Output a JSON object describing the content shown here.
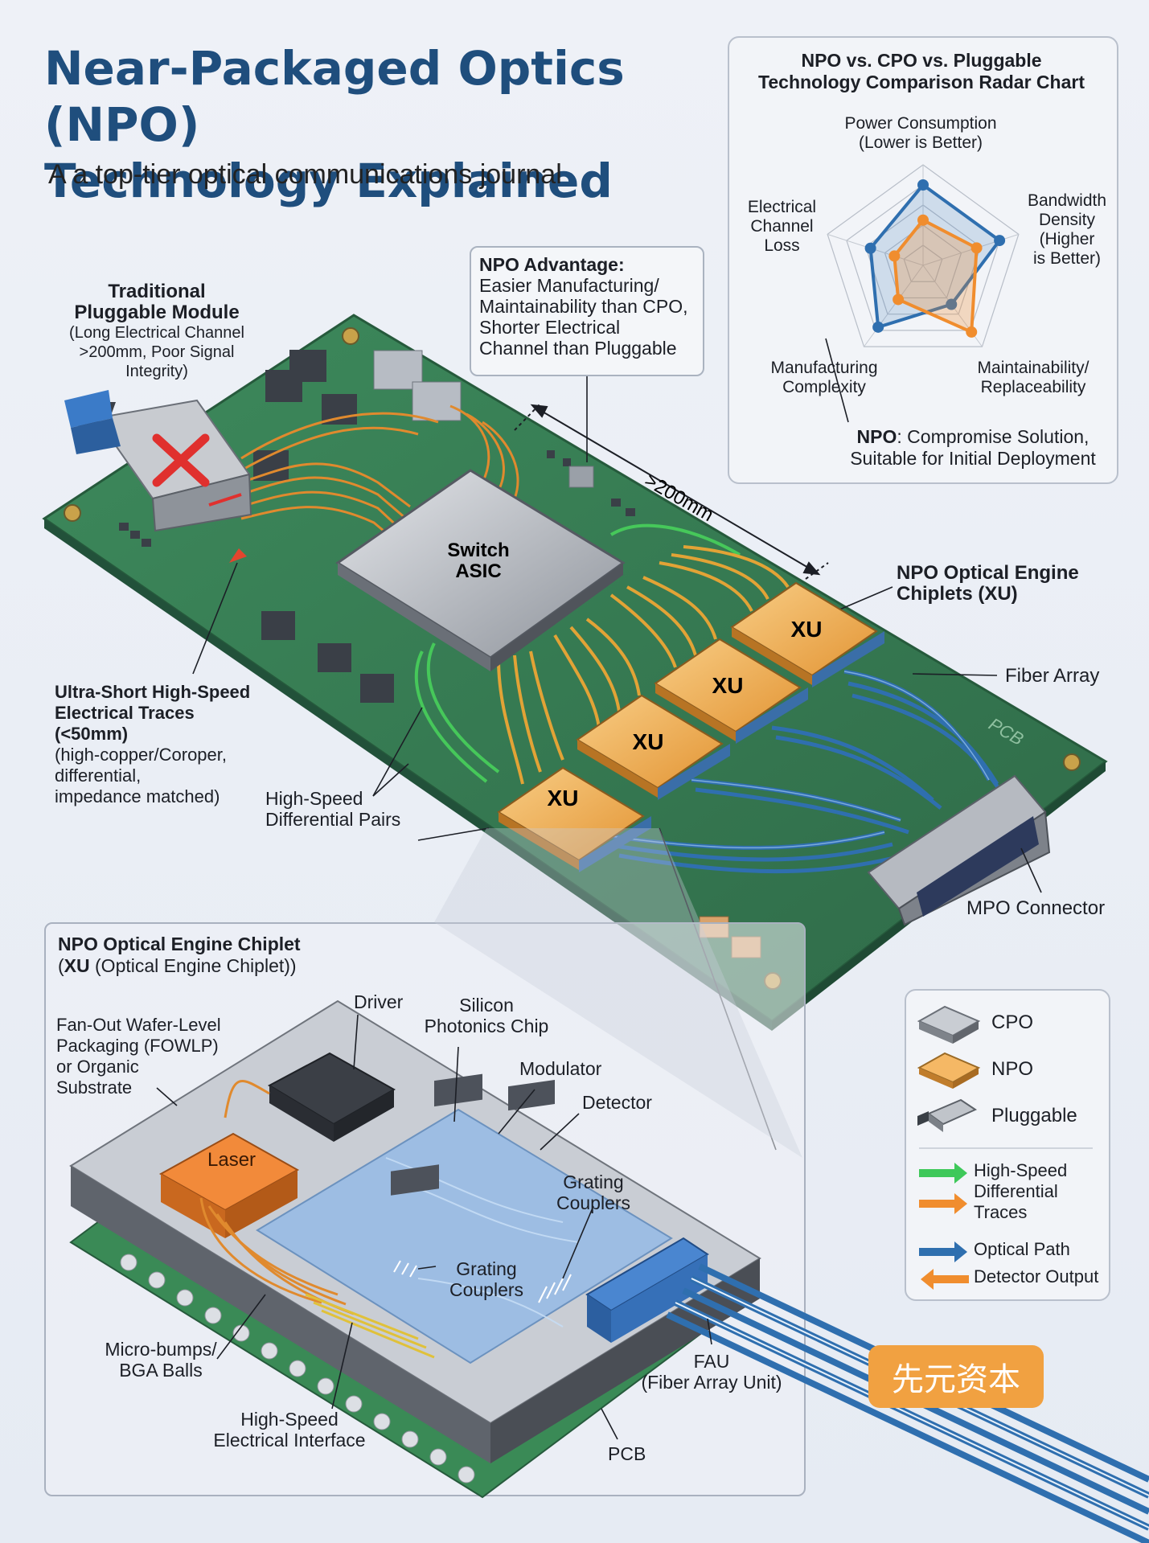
{
  "title": {
    "line1": "Near-Packaged Optics (NPO)",
    "line2": "Technology Explained"
  },
  "subtitle": "A a top-tier optical communications journal",
  "radar": {
    "title_line1": "NPO vs. CPO vs. Pluggable",
    "title_line2": "Technology Comparison Radar Chart",
    "axes": {
      "power": [
        "Power Consumption",
        "(Lower is Better)"
      ],
      "bandwidth": [
        "Bandwidth",
        "Density",
        "(Higher",
        "is Better)"
      ],
      "maintain": [
        "Maintainability/",
        "Replaceability"
      ],
      "manufacturing": [
        "Manufacturing",
        "Complexity"
      ],
      "channel": [
        "Electrical",
        "Channel",
        "Loss"
      ]
    },
    "note_bold": "NPO",
    "note_rest": ": Compromise Solution,",
    "note_line2": "Suitable for Initial Deployment"
  },
  "chart_data": {
    "type": "radar",
    "title": "NPO vs. CPO vs. Pluggable Technology Comparison Radar Chart",
    "axes": [
      "Power Consumption (Lower is Better)",
      "Bandwidth Density (Higher is Better)",
      "Maintainability/ Replaceability",
      "Manufacturing Complexity",
      "Electrical Channel Loss"
    ],
    "range": [
      0,
      1
    ],
    "series": [
      {
        "name": "CPO",
        "color": "#2f6faf",
        "values": [
          0.8,
          0.8,
          0.48,
          0.76,
          0.55
        ]
      },
      {
        "name": "NPO",
        "color": "#f08d2e",
        "values": [
          0.45,
          0.56,
          0.82,
          0.42,
          0.3
        ]
      }
    ]
  },
  "advantage": {
    "heading": "NPO Advantage:",
    "lines": [
      "Easier Manufacturing/",
      "Maintainability than CPO,",
      "Shorter Electrical",
      "Channel than Pluggable"
    ]
  },
  "board": {
    "pluggable": {
      "bold": [
        "Traditional",
        "Pluggable Module"
      ],
      "lines": [
        "(Long Electrical Channel",
        ">200mm, Poor Signal",
        "Integrity)"
      ]
    },
    "asic": [
      "Switch",
      "ASIC"
    ],
    "dimension": ">200mm",
    "engines_label": [
      "NPO Optical Engine",
      "Chiplets (XU)"
    ],
    "xu_label": "XU",
    "fiber_array": "Fiber Array",
    "pcb": "PCB",
    "mpo": "MPO Connector",
    "traces": {
      "bold": [
        "Ultra-Short High-Speed",
        "Electrical Traces",
        "(<50mm)"
      ],
      "lines": [
        "(high-copper/Coroper,",
        "differential,",
        "impedance matched)"
      ]
    },
    "diff_pairs": [
      "High-Speed",
      "Differential Pairs"
    ]
  },
  "inset": {
    "title_line1": "NPO Optical Engine Chiplet",
    "title_bold": "XU",
    "title_rest": " (Optical Engine Chiplet)",
    "fowlp": [
      "Fan-Out Wafer-Level",
      "Packaging (FOWLP)",
      "or Organic",
      "Substrate"
    ],
    "driver": "Driver",
    "silicon": [
      "Silicon",
      "Photonics Chip"
    ],
    "modulator": "Modulator",
    "detector": "Detector",
    "grating_upper": [
      "Grating",
      "Couplers"
    ],
    "grating_lower": [
      "Grating",
      "Couplers"
    ],
    "laser": "Laser",
    "bumps": [
      "Micro-bumps/",
      "BGA Balls"
    ],
    "interface": [
      "High-Speed",
      "Electrical Interface"
    ],
    "fau": [
      "FAU",
      "(Fiber Array Unit)"
    ],
    "pcb": "PCB"
  },
  "legend": {
    "cpo": "CPO",
    "npo": "NPO",
    "pluggable": "Pluggable",
    "traces": [
      "High-Speed",
      "Differential",
      "Traces"
    ],
    "optical": "Optical Path",
    "detector": "Detector Output"
  },
  "watermark": "先元资本",
  "colors": {
    "title": "#1f4e7d",
    "pcb": "#3f7a55",
    "chiplet": "#f0a848",
    "fiber": "#2f6faf",
    "trace_orange": "#e08a2e",
    "trace_green": "#46c85a"
  }
}
